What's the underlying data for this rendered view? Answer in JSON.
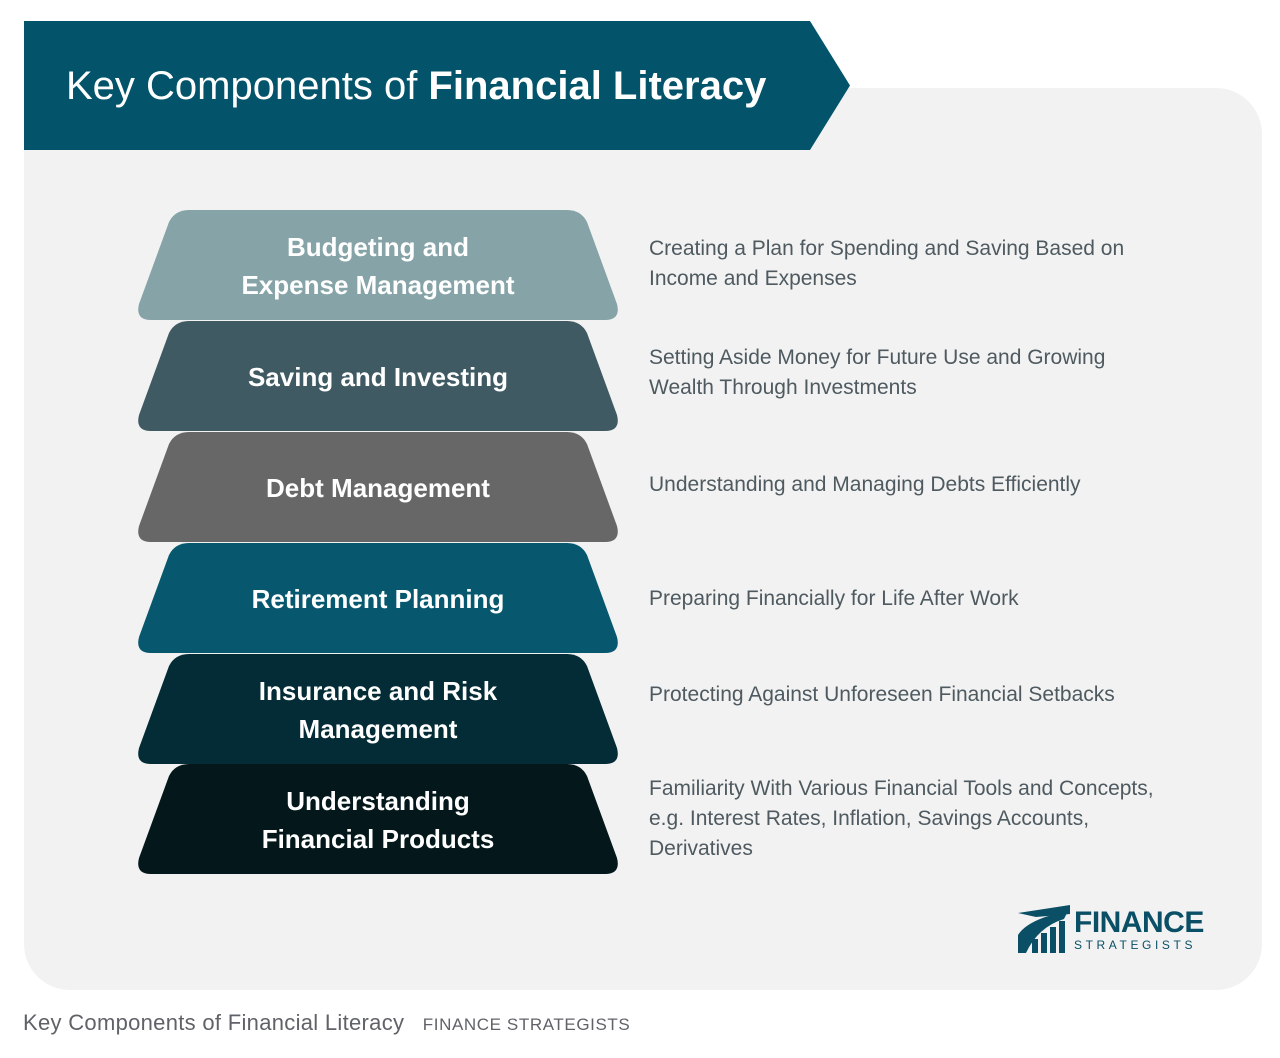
{
  "header": {
    "title_regular": "Key Components of ",
    "title_bold": "Financial Literacy"
  },
  "layers": [
    {
      "label": "Budgeting and\nExpense Management",
      "description": "Creating a Plan for Spending and Saving Based on Income and Expenses",
      "color": "#86a4a8"
    },
    {
      "label": "Saving and Investing",
      "description": "Setting Aside Money for Future Use and Growing Wealth Through Investments",
      "color": "#3f5a62"
    },
    {
      "label": "Debt Management",
      "description": "Understanding and Managing Debts Efficiently",
      "color": "#676767"
    },
    {
      "label": "Retirement Planning",
      "description": "Preparing Financially for Life After Work",
      "color": "#07586e"
    },
    {
      "label": "Insurance and Risk\nManagement",
      "description": "Protecting Against Unforeseen Financial Setbacks",
      "color": "#032c36"
    },
    {
      "label": "Understanding\nFinancial Products",
      "description": "Familiarity With Various Financial Tools and Concepts, e.g. Interest Rates, Inflation, Savings Accounts, Derivatives",
      "color": "#04171b"
    }
  ],
  "logo": {
    "top": "FINANCE",
    "bottom": "STRATEGISTS",
    "icon": "bar-chart-logo-icon"
  },
  "caption": {
    "title": "Key Components of Financial Literacy",
    "credit": "FINANCE STRATEGISTS"
  },
  "colors": {
    "banner": "#03536a",
    "card": "#f2f2f2",
    "description_text": "#4e5a60"
  }
}
